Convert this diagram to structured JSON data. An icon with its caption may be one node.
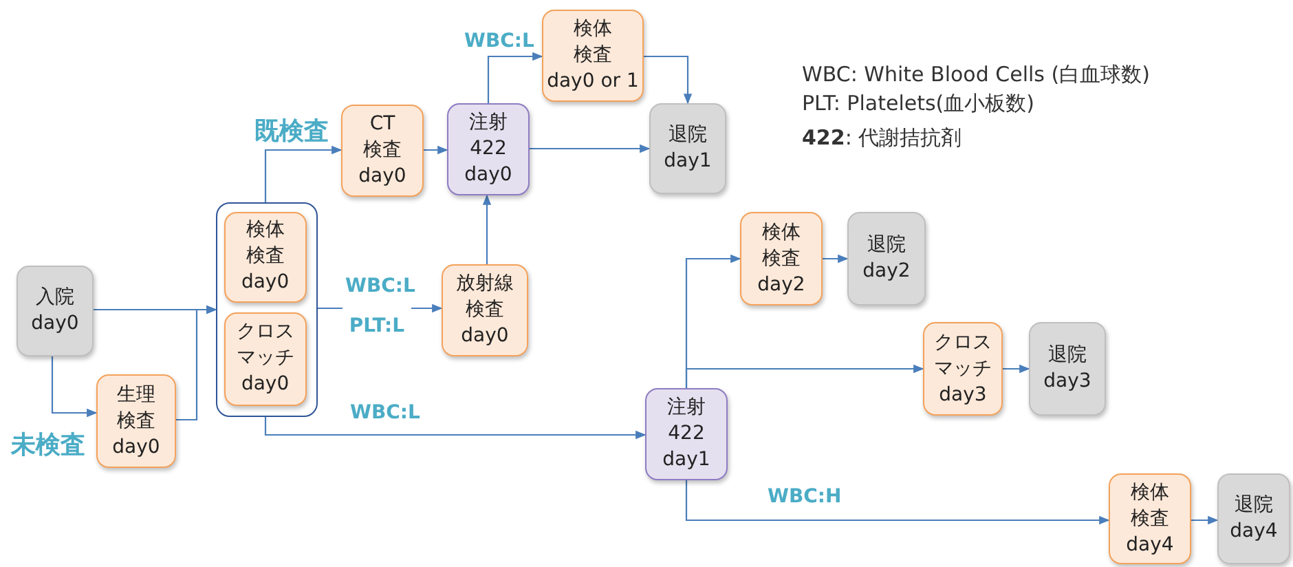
{
  "diagram": {
    "nodes": [
      {
        "text": [
          "入院 day0"
        ]
      },
      {
        "text": [
          "生理検査 day0"
        ]
      },
      {
        "text": [],
        "shape": "box"
      },
      {
        "text": [
          "検体検査 day0"
        ],
        "in": 2
      },
      {
        "text": [
          "クロスマッチ day0"
        ],
        "in": 2
      },
      {
        "text": [
          "CT 検査 day0"
        ]
      },
      {
        "text": [
          "注射 422 day0"
        ]
      },
      {
        "text": [
          "検体検査 day0 or 1"
        ]
      },
      {
        "text": [
          "退院 day1"
        ]
      },
      {
        "text": [
          "放射線検査 day0"
        ]
      },
      {
        "text": [
          "注射 422 day1"
        ]
      },
      {
        "text": [
          "検体検査 day2"
        ]
      },
      {
        "text": [
          "退院 day2"
        ]
      },
      {
        "text": [
          "クロスマッチ day3"
        ]
      },
      {
        "text": [
          "退院 day3"
        ]
      },
      {
        "text": [
          "検体検査 day4"
        ]
      },
      {
        "text": [
          "退院 day4"
        ]
      }
    ],
    "edges": [
      {
        "from": 0,
        "to": 1,
        "arrow": "to",
        "label": "未検査"
      },
      {
        "from": 0,
        "to": 2,
        "arrow": "to"
      },
      {
        "from": 1,
        "to": 2,
        "arrow": "to"
      },
      {
        "from": 2,
        "to": 5,
        "arrow": "to",
        "label": "既検査"
      },
      {
        "from": 2,
        "to": 9,
        "arrow": "to",
        "label": "WBC:L PLT:L"
      },
      {
        "from": 2,
        "to": 10,
        "arrow": "to",
        "label": "WBC:L"
      },
      {
        "from": 5,
        "to": 6,
        "arrow": "to"
      },
      {
        "from": 9,
        "to": 6,
        "arrow": "to"
      },
      {
        "from": 6,
        "to": 7,
        "arrow": "to",
        "label": "WBC:L"
      },
      {
        "from": 7,
        "to": 8,
        "arrow": "to"
      },
      {
        "from": 6,
        "to": 8,
        "arrow": "to"
      },
      {
        "from": 10,
        "to": 11,
        "arrow": "to"
      },
      {
        "from": 10,
        "to": 13,
        "arrow": "to"
      },
      {
        "from": 10,
        "to": 15,
        "arrow": "to",
        "label": "WBC:H"
      },
      {
        "from": 11,
        "to": 12,
        "arrow": "to"
      },
      {
        "from": 13,
        "to": 14,
        "arrow": "to"
      },
      {
        "from": 15,
        "to": 16,
        "arrow": "to"
      }
    ],
    "labels": [
      "WBC: White Blood Cells (白血球数)",
      "PLT: Platelets(血小板数)",
      "**422**: 代謝拮抗剤"
    ]
  }
}
